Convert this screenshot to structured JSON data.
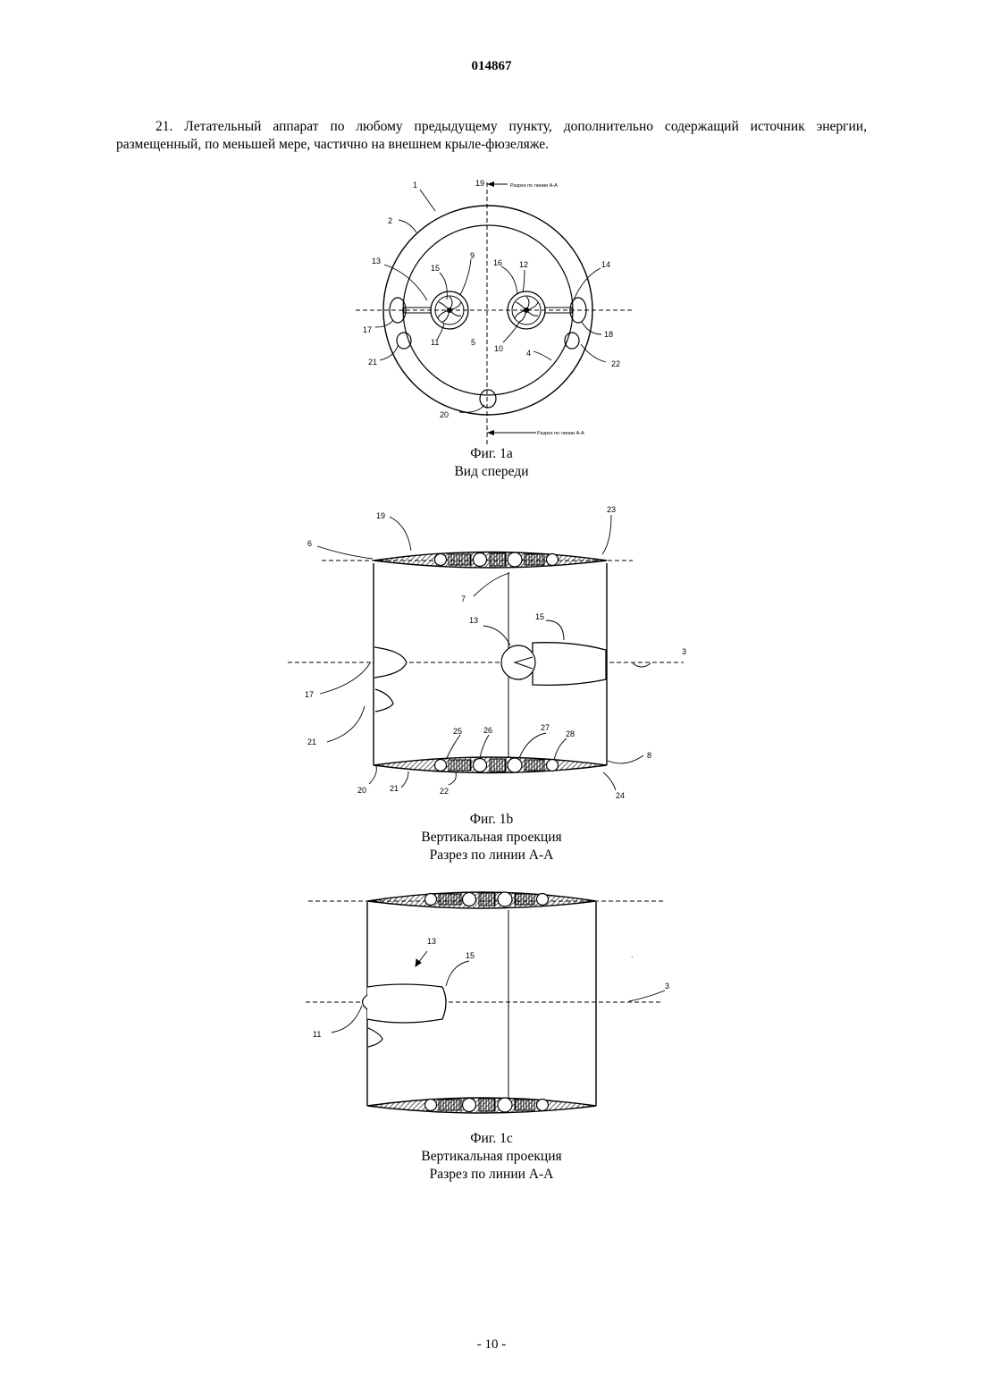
{
  "document": {
    "number": "014867",
    "claim_text": "21. Летательный аппарат по любому предыдущему пункту, дополнительно содержащий источник энергии, размещенный, по меньшей мере, частично на внешнем крыле-фюзеляже.",
    "page_number": "- 10 -"
  },
  "figures": [
    {
      "id": "fig1a",
      "caption_lines": [
        "Фиг. 1a",
        "Вид спереди"
      ],
      "labels": [
        "1",
        "2",
        "19",
        "13",
        "15",
        "9",
        "16",
        "12",
        "14",
        "17",
        "11",
        "5",
        "10",
        "4",
        "18",
        "21",
        "22",
        "20"
      ],
      "section_marks": [
        "Разрез по линии А-А",
        "Разрез по линии А-А"
      ]
    },
    {
      "id": "fig1b",
      "caption_lines": [
        "Фиг. 1b",
        "Вертикальная проекция",
        "Разрез по линии А-А"
      ],
      "labels": [
        "19",
        "23",
        "6",
        "7",
        "13",
        "15",
        "3",
        "17",
        "21",
        "25",
        "26",
        "27",
        "28",
        "8",
        "20",
        "21",
        "22",
        "24"
      ]
    },
    {
      "id": "fig1c",
      "caption_lines": [
        "Фиг. 1c",
        "Вертикальная проекция",
        "Разрез по линии А-А"
      ],
      "labels": [
        "13",
        "15",
        "3",
        "11"
      ]
    }
  ]
}
